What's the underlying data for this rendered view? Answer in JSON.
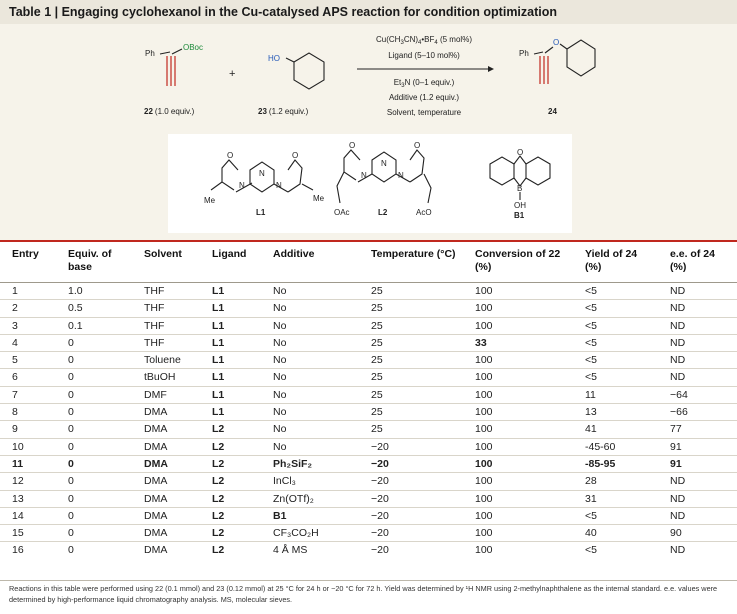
{
  "caption": "Table 1 | Engaging cyclohexanol in the Cu-catalysed APS reaction for condition optimization",
  "scheme": {
    "reactant1_ph": "Ph",
    "reactant1_oboc": "OBoc",
    "reactant1_label": "22 (1.0 equiv.)",
    "plus": "+",
    "reactant2_ho": "HO",
    "reactant2_label": "23 (1.2 equiv.)",
    "conditions_above": [
      "Cu(CH3CN)4•BF4 (5 mol%)",
      "Ligand (5–10 mol%)"
    ],
    "conditions_below": [
      "Et3N (0–1 equiv.)",
      "Additive (1.2 equiv.)",
      "Solvent, temperature"
    ],
    "product_ph": "Ph",
    "product_o": "O",
    "product_label": "24",
    "ligands": [
      {
        "name": "L1",
        "atoms": [
          "O",
          "N",
          "O",
          "N",
          "N"
        ],
        "subs": [
          "Me",
          "Me"
        ]
      },
      {
        "name": "L2",
        "atoms": [
          "O",
          "N",
          "O",
          "N",
          "N"
        ],
        "subs": [
          "OAc",
          "AcO"
        ]
      },
      {
        "name": "B1",
        "atoms": [
          "O",
          "B",
          "OH"
        ]
      }
    ]
  },
  "table": {
    "headers": [
      "Entry",
      "Equiv. of base",
      "Solvent",
      "Ligand",
      "Additive",
      "Temperature (°C)",
      "Conversion of 22 (%)",
      "Yield of 24 (%)",
      "e.e. of 24 (%)"
    ],
    "rows": [
      [
        "1",
        "1.0",
        "THF",
        "L1",
        "No",
        "25",
        "100",
        "<5",
        "ND"
      ],
      [
        "2",
        "0.5",
        "THF",
        "L1",
        "No",
        "25",
        "100",
        "<5",
        "ND"
      ],
      [
        "3",
        "0.1",
        "THF",
        "L1",
        "No",
        "25",
        "100",
        "<5",
        "ND"
      ],
      [
        "4",
        "0",
        "THF",
        "L1",
        "No",
        "25",
        "33",
        "<5",
        "ND"
      ],
      [
        "5",
        "0",
        "Toluene",
        "L1",
        "No",
        "25",
        "100",
        "<5",
        "ND"
      ],
      [
        "6",
        "0",
        "tBuOH",
        "L1",
        "No",
        "25",
        "100",
        "<5",
        "ND"
      ],
      [
        "7",
        "0",
        "DMF",
        "L1",
        "No",
        "25",
        "100",
        "11",
        "−64"
      ],
      [
        "8",
        "0",
        "DMA",
        "L1",
        "No",
        "25",
        "100",
        "13",
        "−66"
      ],
      [
        "9",
        "0",
        "DMA",
        "L2",
        "No",
        "25",
        "100",
        "41",
        "77"
      ],
      [
        "10",
        "0",
        "DMA",
        "L2",
        "No",
        "−20",
        "100",
        "-45-60",
        "91"
      ],
      [
        "11",
        "0",
        "DMA",
        "L2",
        "Ph₂SiF₂",
        "−20",
        "100",
        "-85-95",
        "91"
      ],
      [
        "12",
        "0",
        "DMA",
        "L2",
        "InCl₃",
        "−20",
        "100",
        "28",
        "ND"
      ],
      [
        "13",
        "0",
        "DMA",
        "L2",
        "Zn(OTf)₂",
        "−20",
        "100",
        "31",
        "ND"
      ],
      [
        "14",
        "0",
        "DMA",
        "L2",
        "B1",
        "−20",
        "100",
        "<5",
        "ND"
      ],
      [
        "15",
        "0",
        "DMA",
        "L2",
        "CF₃CO₂H",
        "−20",
        "100",
        "40",
        "90"
      ],
      [
        "16",
        "0",
        "DMA",
        "L2",
        "4 Å MS",
        "−20",
        "100",
        "<5",
        "ND"
      ]
    ],
    "bold_row_index": 10,
    "bold_conversion_index": 3
  },
  "footnote": "Reactions in this table were performed using 22 (0.1 mmol) and 23 (0.12 mmol) at 25 °C for 24 h or −20 °C for 72 h. Yield was determined by ¹H NMR using 2-methylnaphthalene as the internal standard. e.e. values were determined by high-performance liquid chromatography analysis. MS, molecular sieves."
}
